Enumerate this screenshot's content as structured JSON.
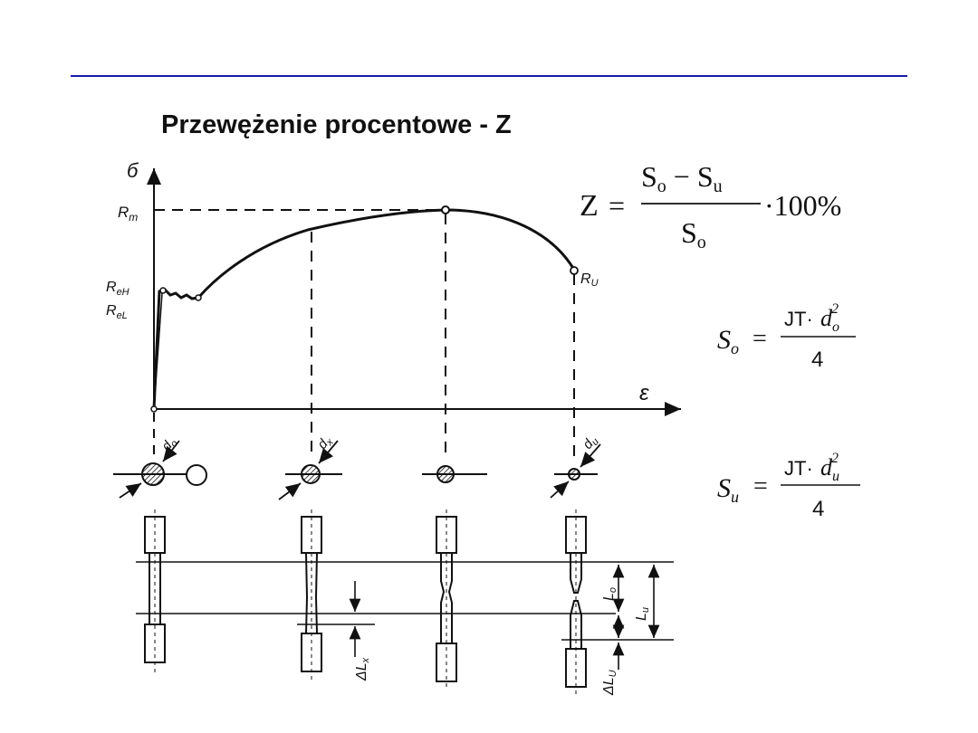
{
  "slide": {
    "title": "Przewężenie procentowe - Z",
    "accent_color": "#1a1aa6"
  },
  "diagram": {
    "y_axis_symbol": "б",
    "x_axis_symbol": "ε",
    "stress_labels": {
      "rm": "R",
      "rm_sub": "m",
      "reh": "R",
      "reh_sub": "eH",
      "rel": "R",
      "rel_sub": "eL",
      "ru": "R",
      "ru_sub": "U"
    },
    "cross_section_labels": {
      "d0": "d",
      "d0_sub": "o",
      "dx": "d",
      "dx_sub": "x",
      "du": "d",
      "du_sub": "u"
    },
    "length_labels": {
      "l0": "L",
      "l0_sub": "o",
      "lu": "L",
      "lu_sub": "u",
      "dlx": "ΔL",
      "dlx_sub": "x",
      "dlu": "ΔL",
      "dlu_sub": "U"
    }
  },
  "formulas": {
    "z": {
      "lhs": "Z",
      "eq": "=",
      "num_a": "S",
      "num_a_sub": "o",
      "minus": "−",
      "num_b": "S",
      "num_b_sub": "u",
      "den": "S",
      "den_sub": "o",
      "mult": "·100%"
    },
    "so": {
      "lhs": "S",
      "lhs_sub": "o",
      "eq": "=",
      "pi": "JT",
      "dot": "·",
      "d": "d",
      "d_sub": "o",
      "d_sup": "2",
      "den": "4"
    },
    "su": {
      "lhs": "S",
      "lhs_sub": "u",
      "eq": "=",
      "pi": "JT",
      "dot": "·",
      "d": "d",
      "d_sub": "u",
      "d_sup": "2",
      "den": "4"
    }
  }
}
